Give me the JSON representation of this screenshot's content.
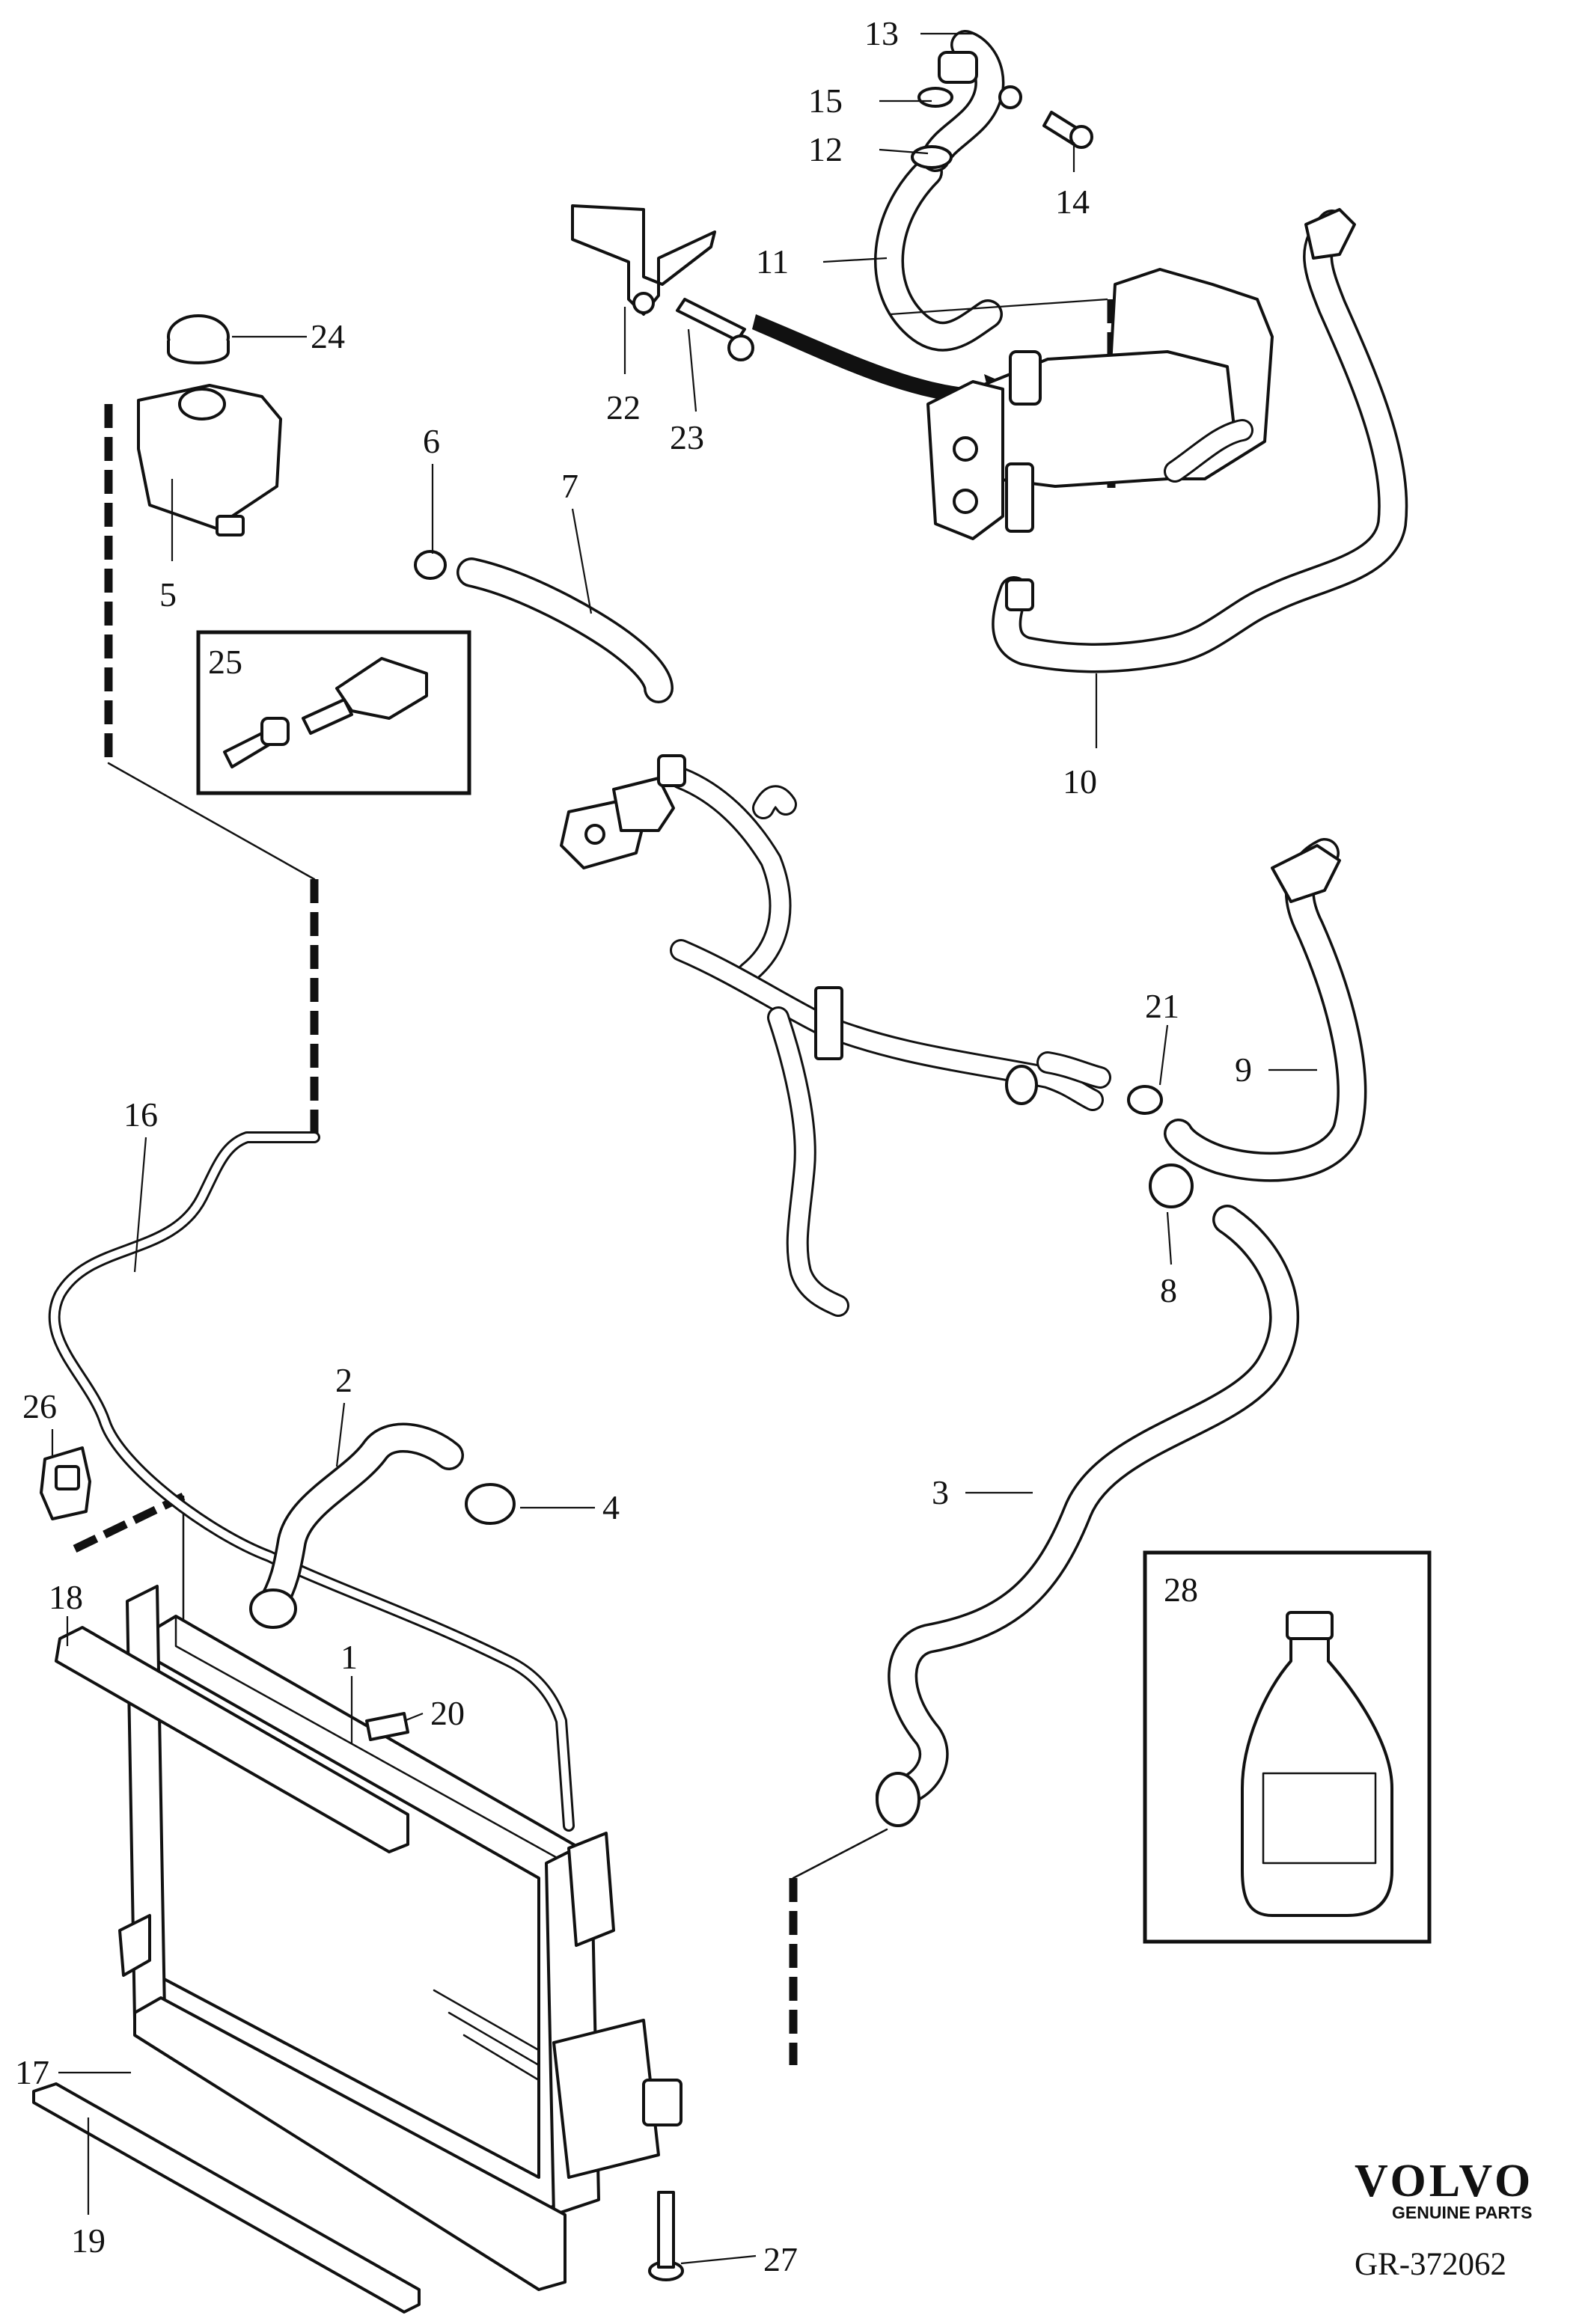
{
  "labels": {
    "p1": "1",
    "p2": "2",
    "p3": "3",
    "p4": "4",
    "p5": "5",
    "p6": "6",
    "p7": "7",
    "p8": "8",
    "p9": "9",
    "p10": "10",
    "p11": "11",
    "p12": "12",
    "p13": "13",
    "p14": "14",
    "p15": "15",
    "p16": "16",
    "p17": "17",
    "p18": "18",
    "p19": "19",
    "p20": "20",
    "p21": "21",
    "p22": "22",
    "p23": "23",
    "p24": "24",
    "p25": "25",
    "p26": "26",
    "p27": "27",
    "p28": "28"
  },
  "brand": {
    "name": "VOLVO",
    "subtitle": "GENUINE PARTS",
    "reference": "GR-372062"
  }
}
